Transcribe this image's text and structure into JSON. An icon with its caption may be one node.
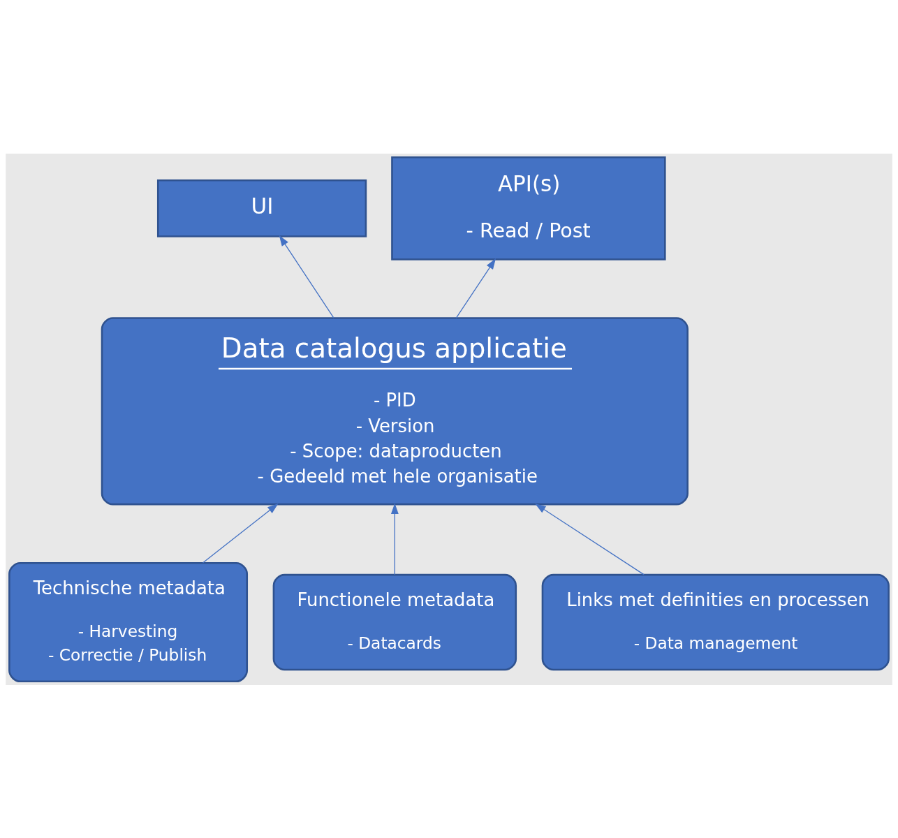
{
  "diagram": {
    "nodes": [
      {
        "text": [
          "UI"
        ]
      },
      {
        "text": [
          "API(s)",
          "- Read / Post"
        ]
      },
      {
        "text": [
          "Data catalogus applicatie",
          "- PID",
          "- Version",
          "- Scope: dataproducten",
          "- Gedeeld met hele organisatie"
        ]
      },
      {
        "text": [
          "Technische metadata",
          "- Harvesting",
          "- Correctie / Publish"
        ]
      },
      {
        "text": [
          "Functionele metadata",
          "- Datacards"
        ]
      },
      {
        "text": [
          "Links met definities en processen",
          "- Data management"
        ]
      }
    ],
    "edges": [
      {
        "from": 2,
        "to": 0,
        "arrow": "to"
      },
      {
        "from": 2,
        "to": 1,
        "arrow": "to"
      },
      {
        "from": 3,
        "to": 2,
        "arrow": "to"
      },
      {
        "from": 4,
        "to": 2,
        "arrow": "to"
      },
      {
        "from": 5,
        "to": 2,
        "arrow": "to"
      }
    ]
  }
}
